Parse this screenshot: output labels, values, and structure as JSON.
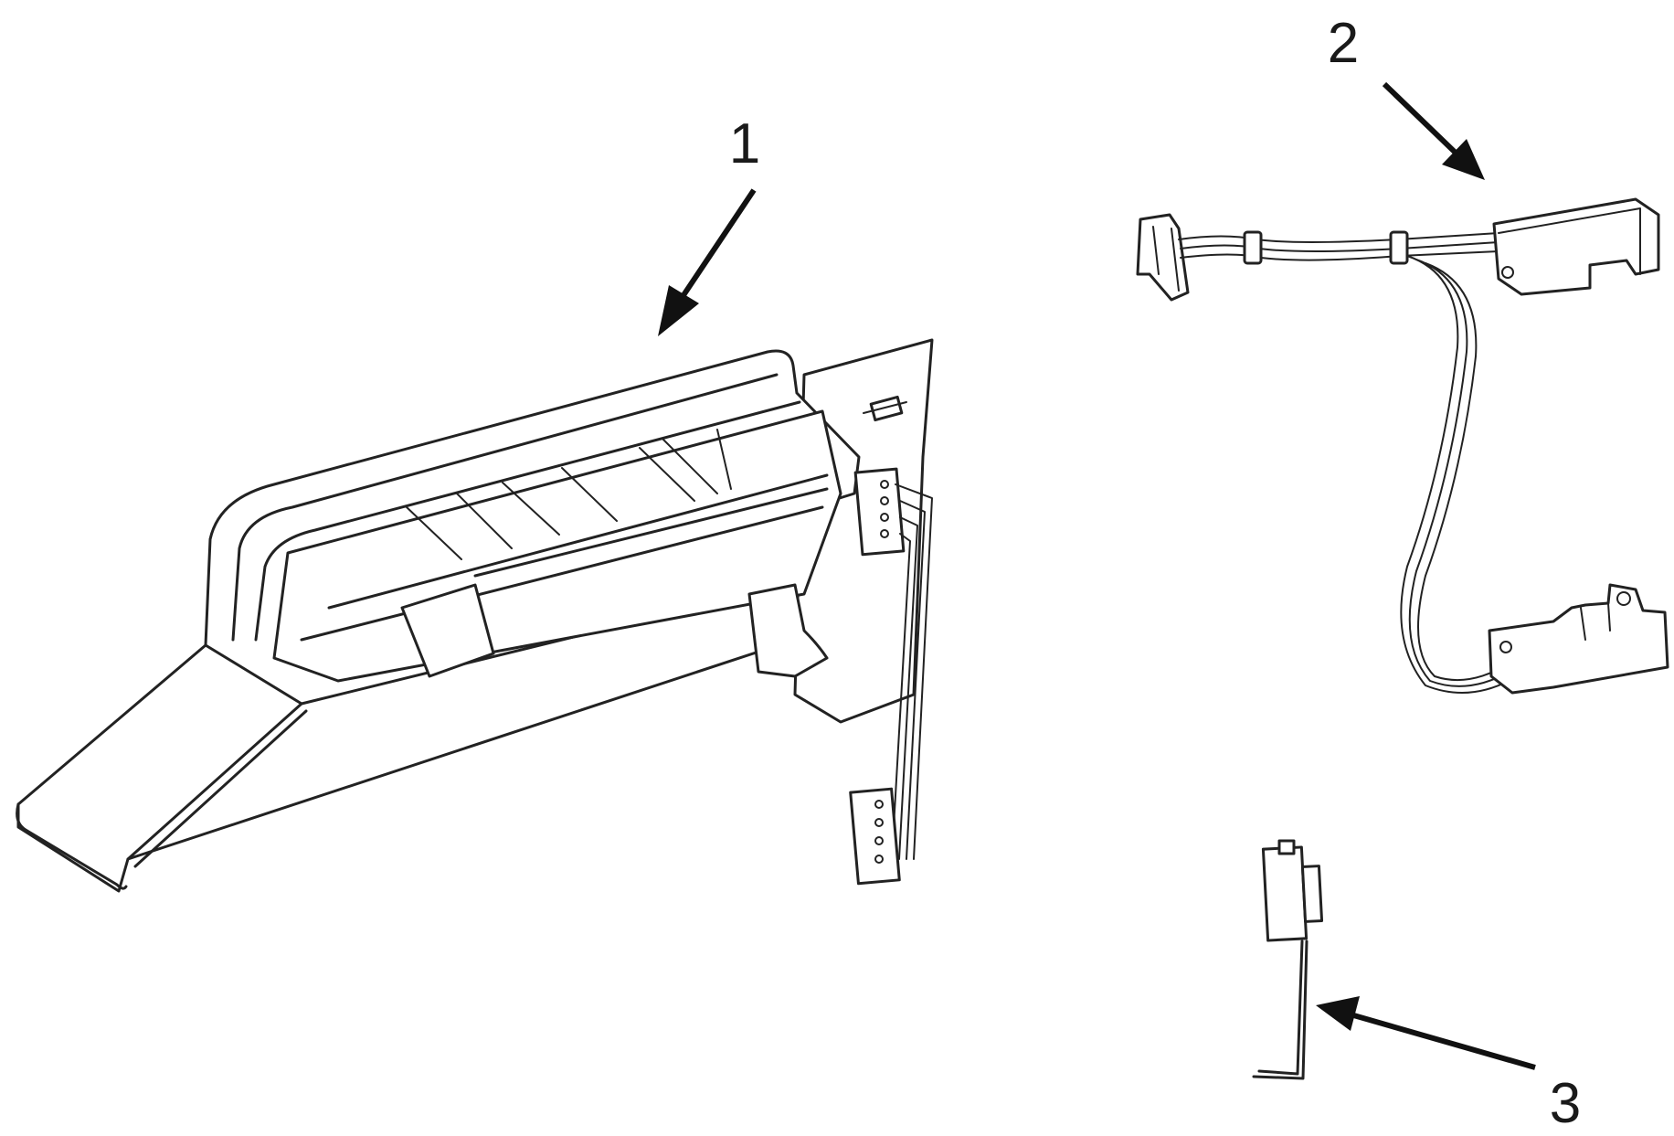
{
  "callouts": [
    {
      "id": "1",
      "label": "1"
    },
    {
      "id": "2",
      "label": "2"
    },
    {
      "id": "3",
      "label": "3"
    }
  ],
  "colors": {
    "line": "#222222",
    "background": "#ffffff"
  }
}
